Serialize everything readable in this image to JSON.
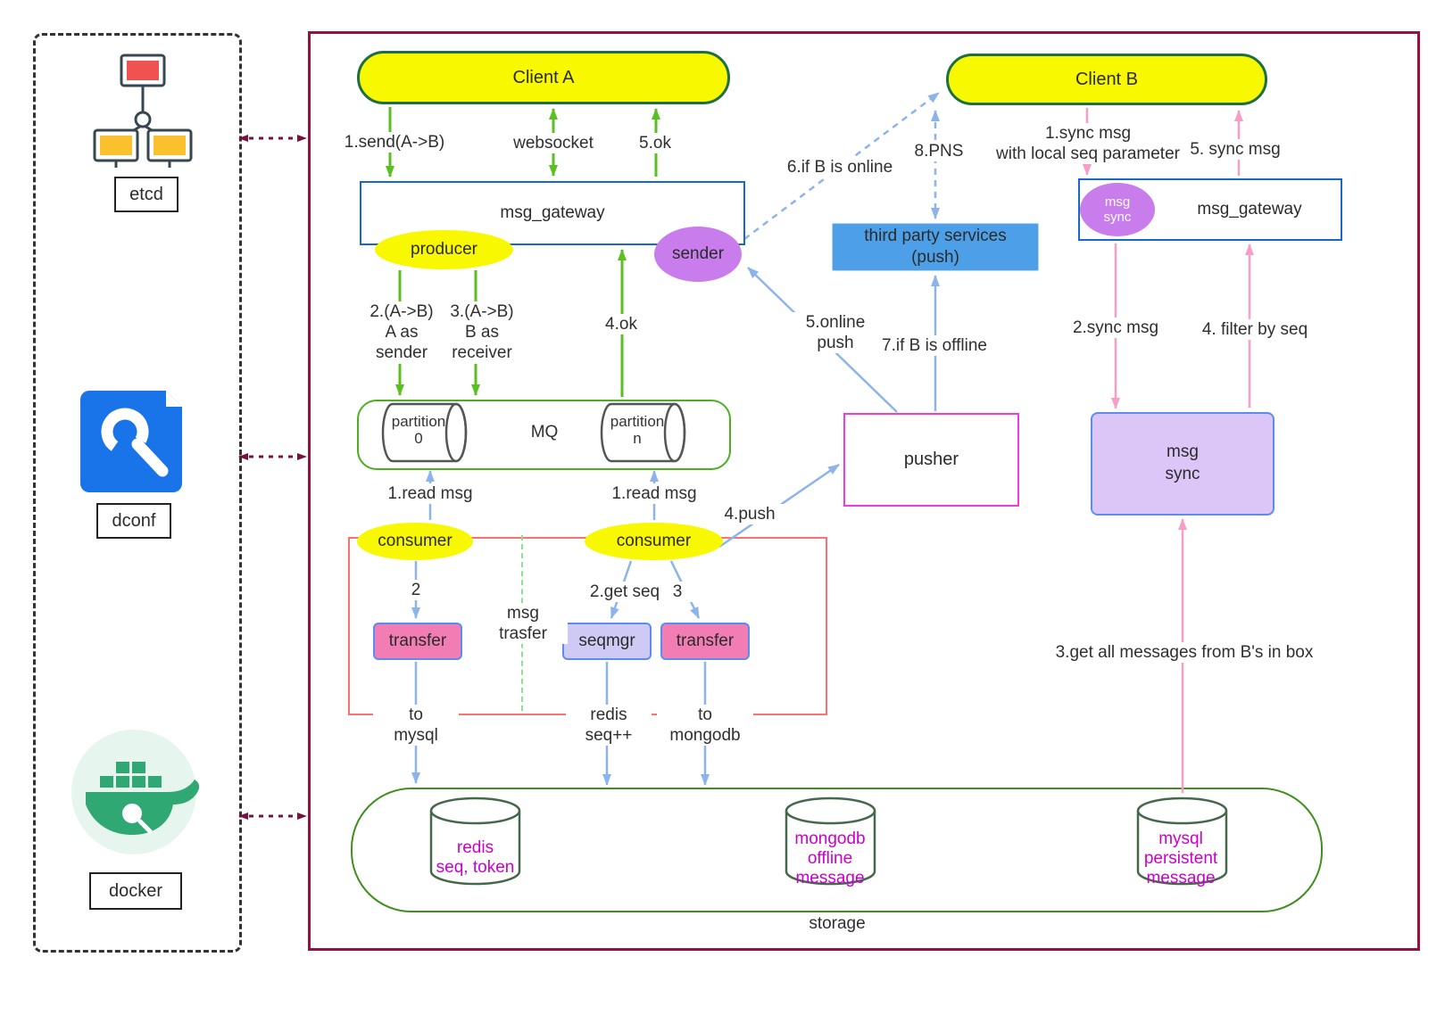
{
  "left_panel": {
    "etcd": "etcd",
    "dconf": "dconf",
    "docker": "docker"
  },
  "nodes": {
    "client_a": "Client A",
    "client_b": "Client B",
    "gateway_left": "msg_gateway",
    "gateway_right": "msg_gateway",
    "producer": "producer",
    "sender": "sender",
    "msg_sync_badge": "msg\nsync",
    "mq": "MQ",
    "partition_0": "partition\n0",
    "partition_n": "partition\nn",
    "consumer_left": "consumer",
    "consumer_right": "consumer",
    "transfer_left": "transfer",
    "seqmgr": "seqmgr",
    "transfer_right": "transfer",
    "third_party": "third party services\n(push)",
    "pusher": "pusher",
    "msg_sync_box": "msg\nsync",
    "storage": "storage",
    "redis": "redis\nseq, token",
    "mongodb": "mongodb\noffline\nmessage",
    "mysql": "mysql\npersistent\nmessage"
  },
  "edge_labels": {
    "send_ab": "1.send(A->B)",
    "websocket": "websocket",
    "ok_5": "5.ok",
    "a_as_sender": "2.(A->B)\nA as\nsender",
    "b_as_receiver": "3.(A->B)\nB as\nreceiver",
    "ok_4": "4.ok",
    "read_msg_left": "1.read msg",
    "read_msg_right": "1.read msg",
    "step_2": "2",
    "get_seq": "2.get seq",
    "step_3": "3",
    "msg_trasfer_note": "msg\ntrasfer",
    "to_mysql": "to\nmysql",
    "redis_seq_inc": "redis\nseq++",
    "to_mongodb": "to\nmongodb",
    "push_4": "4.push",
    "online_push": "5.online\npush",
    "if_b_offline": "7.if B is offline",
    "if_b_online": "6.if B is online",
    "pns": "8.PNS",
    "sync_msg_1": "1.sync msg\nwith local seq parameter",
    "sync_msg_5": "5. sync msg",
    "sync_msg_2": "2.sync msg",
    "filter_by_seq": "4. filter by seq",
    "get_all_messages": "3.get all messages from B's in box"
  },
  "colors": {
    "main_border": "#98103d",
    "node_yellow": "#f8f800",
    "client_border_green": "#1d6f42",
    "gateway_border_blue": "#1669c9",
    "purple_node": "#c97ded",
    "mq_border_green": "#4caf20",
    "arrow_green": "#5abf21",
    "arrow_blue": "#8db4ea",
    "arrow_pink": "#f79ec6",
    "arrow_maroon": "#7a1040",
    "transfer_pink": "#f27db4",
    "seqmgr_lavender": "#cfc9f5",
    "third_party_blue": "#4da0e8",
    "pusher_border_magenta": "#f23ae2",
    "msg_sync_purple": "#dcc6f8",
    "red_group_border": "#fb7171",
    "db_text_magenta": "#cc00cc",
    "storage_border_green": "#3f8f1f"
  }
}
